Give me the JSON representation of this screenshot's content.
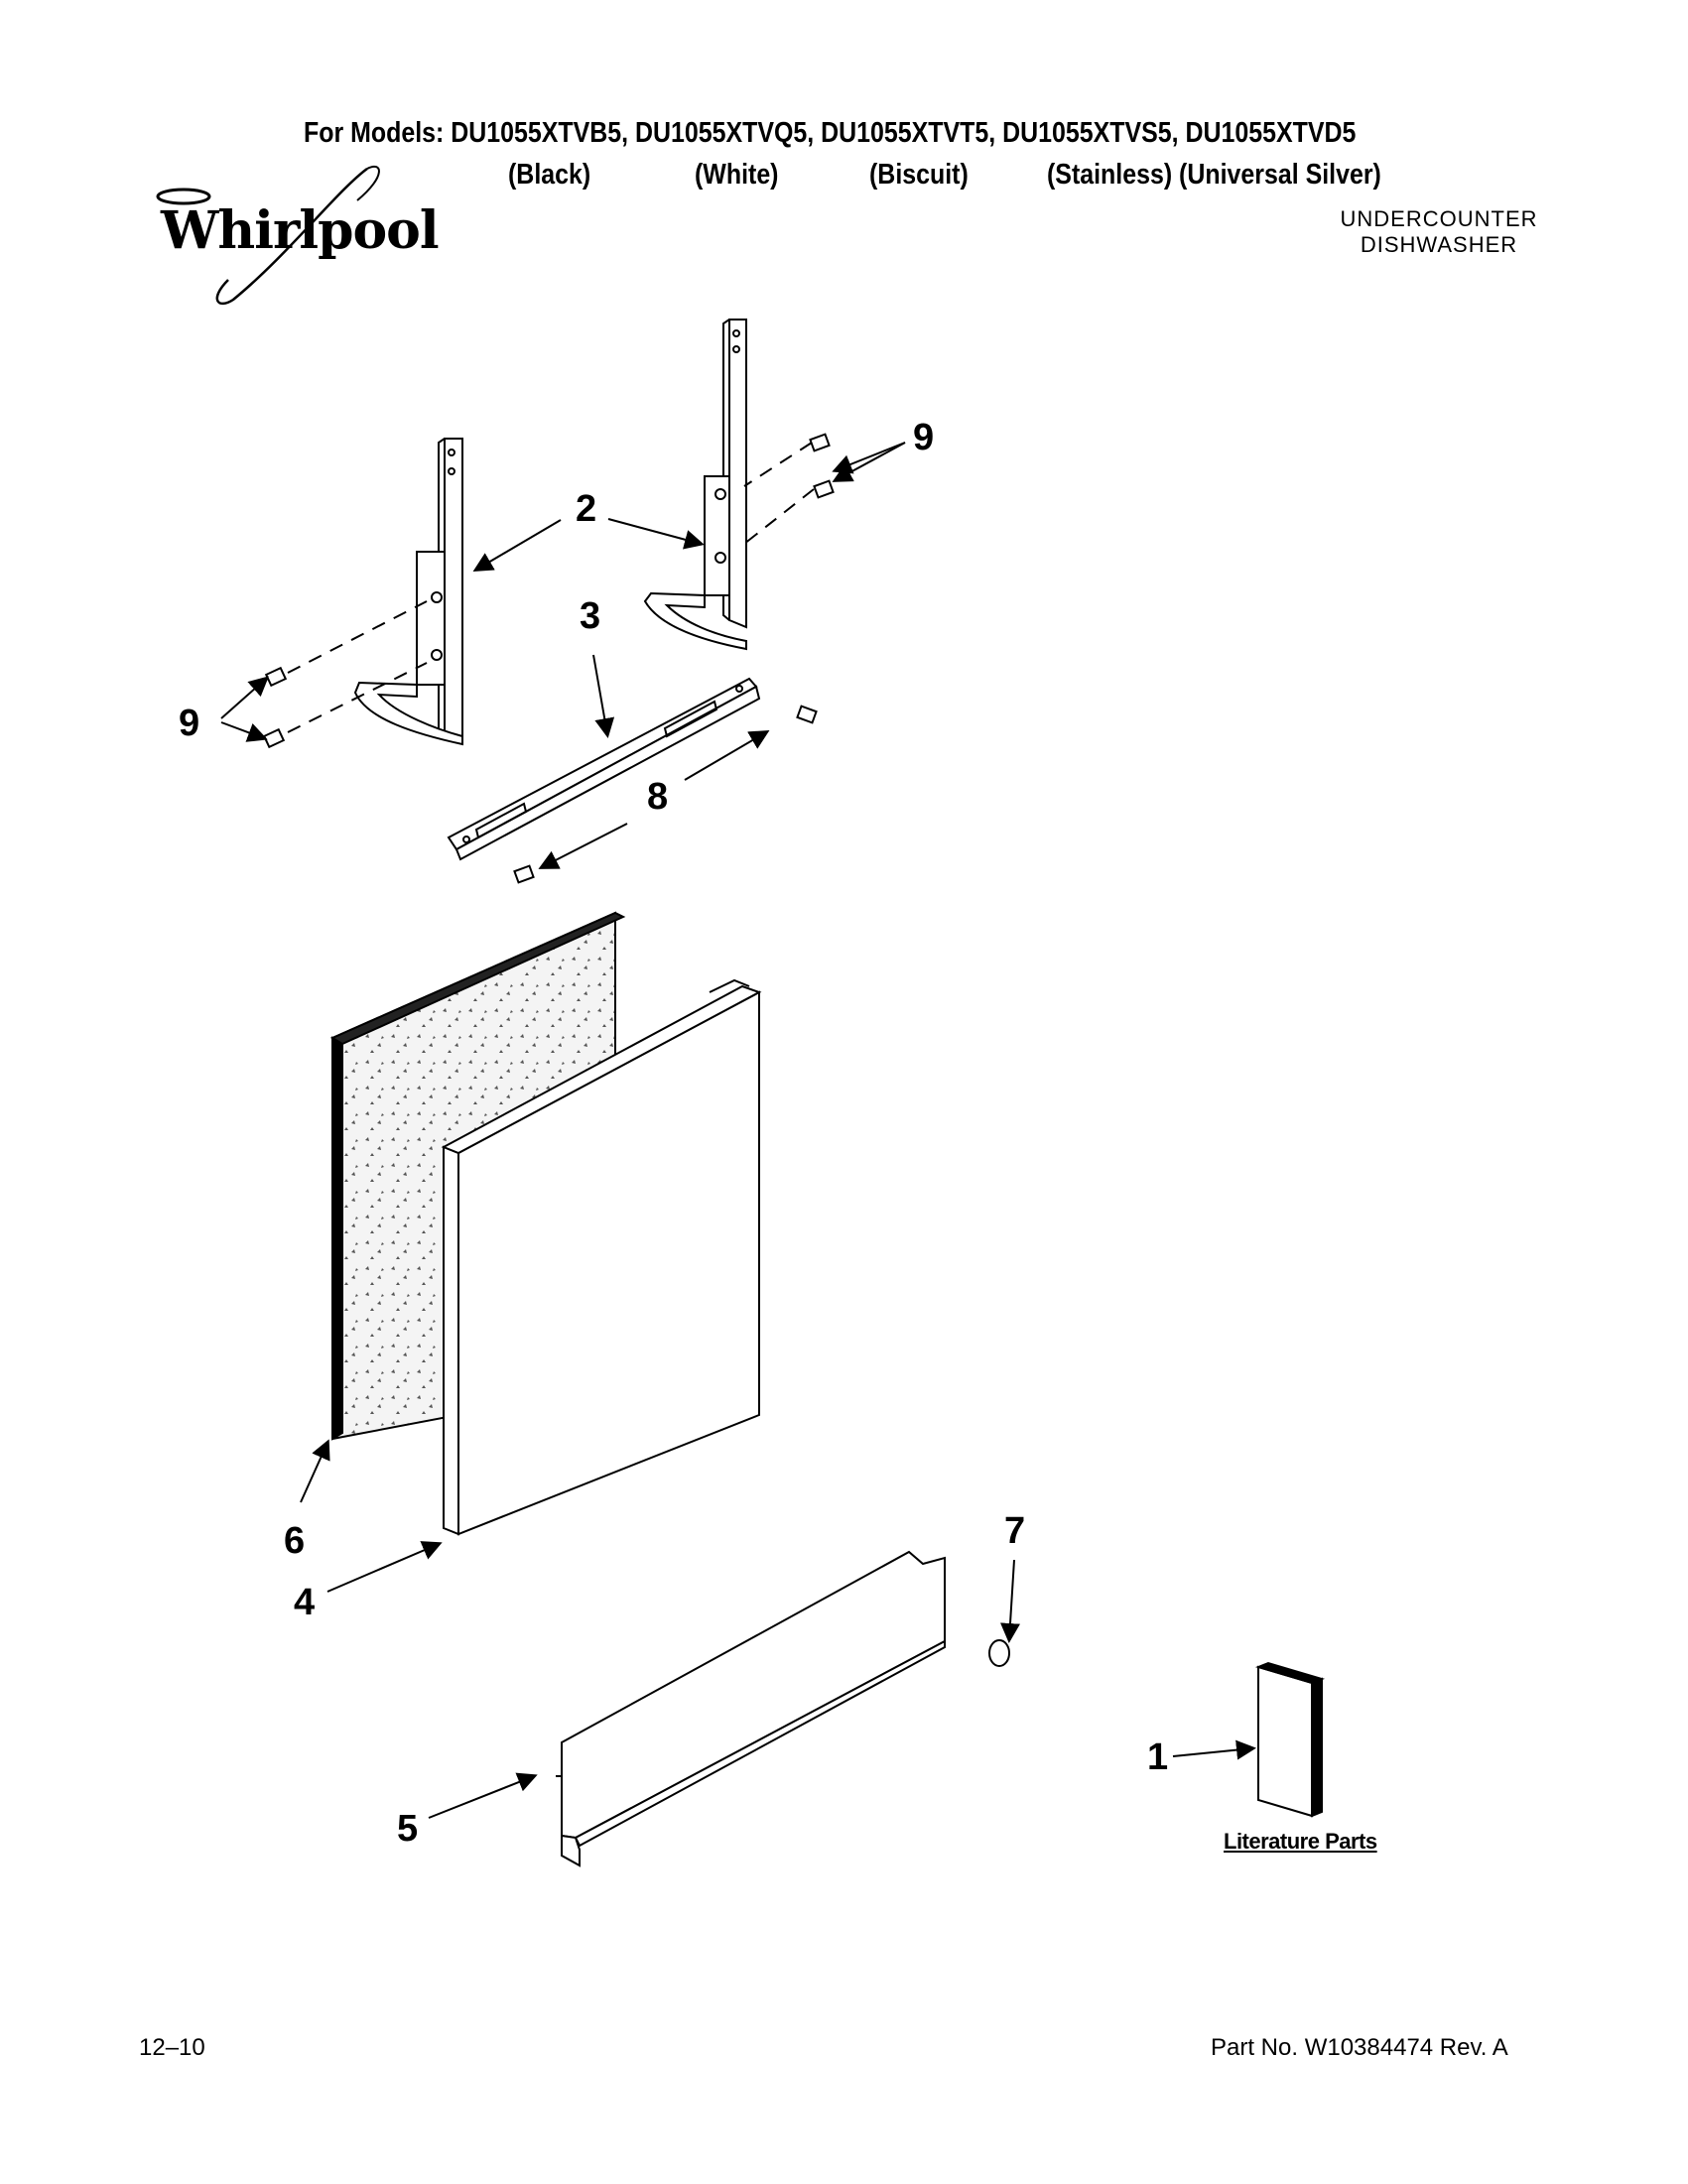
{
  "header": {
    "models_line": "For Models: DU1055XTVB5, DU1055XTVQ5, DU1055XTVT5, DU1055XTVS5, DU1055XTVD5",
    "colors": [
      "(Black)",
      "(White)",
      "(Biscuit)",
      "(Stainless) (Universal Silver)"
    ],
    "brand": "Whirlpool",
    "product_line1": "UNDERCOUNTER",
    "product_line2": "DISHWASHER"
  },
  "callouts": {
    "c9_top": "9",
    "c2": "2",
    "c3": "3",
    "c9_left": "9",
    "c8": "8",
    "c6": "6",
    "c4": "4",
    "c7": "7",
    "c1": "1",
    "c5": "5"
  },
  "literature_label": "Literature Parts",
  "footer": {
    "date": "12–10",
    "part_no": "Part No. W10384474 Rev. A"
  }
}
